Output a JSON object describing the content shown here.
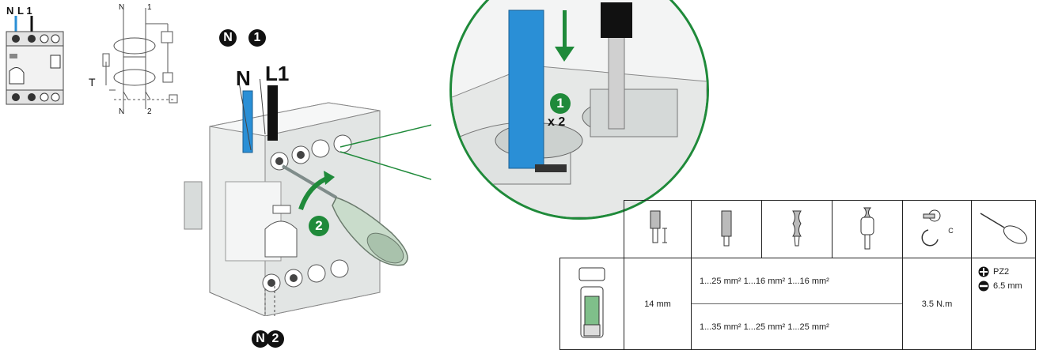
{
  "mini_device": {
    "label_N": "N",
    "label_L1": "L 1"
  },
  "wiring": {
    "top_N": "N",
    "top_1": "1",
    "bottom_N": "N",
    "bottom_2": "2",
    "test_T": "T"
  },
  "main": {
    "circle_top_N": "N",
    "circle_top_1": "1",
    "wire_N": "N",
    "wire_L1": "L1",
    "step_2": "2",
    "circle_bottom_N": "N",
    "circle_bottom_2": "2"
  },
  "zoom": {
    "step_1": "1",
    "multiplier": "x 2"
  },
  "spec_table": {
    "strip_length": "14 mm",
    "rigid_row1": "1...25 mm² 1...16 mm² 1...16 mm²",
    "rigid_row2": "1...35 mm² 1...25 mm² 1...25 mm²",
    "torque": "3.5 N.m",
    "tool_pz": "PZ2",
    "tool_flat": "6.5 mm",
    "torque_icon_c": "C"
  },
  "colors": {
    "blue_wire": "#2a8fd6",
    "black_wire": "#111111",
    "green": "#1f8a3a",
    "device_grey": "#e9ebea"
  }
}
